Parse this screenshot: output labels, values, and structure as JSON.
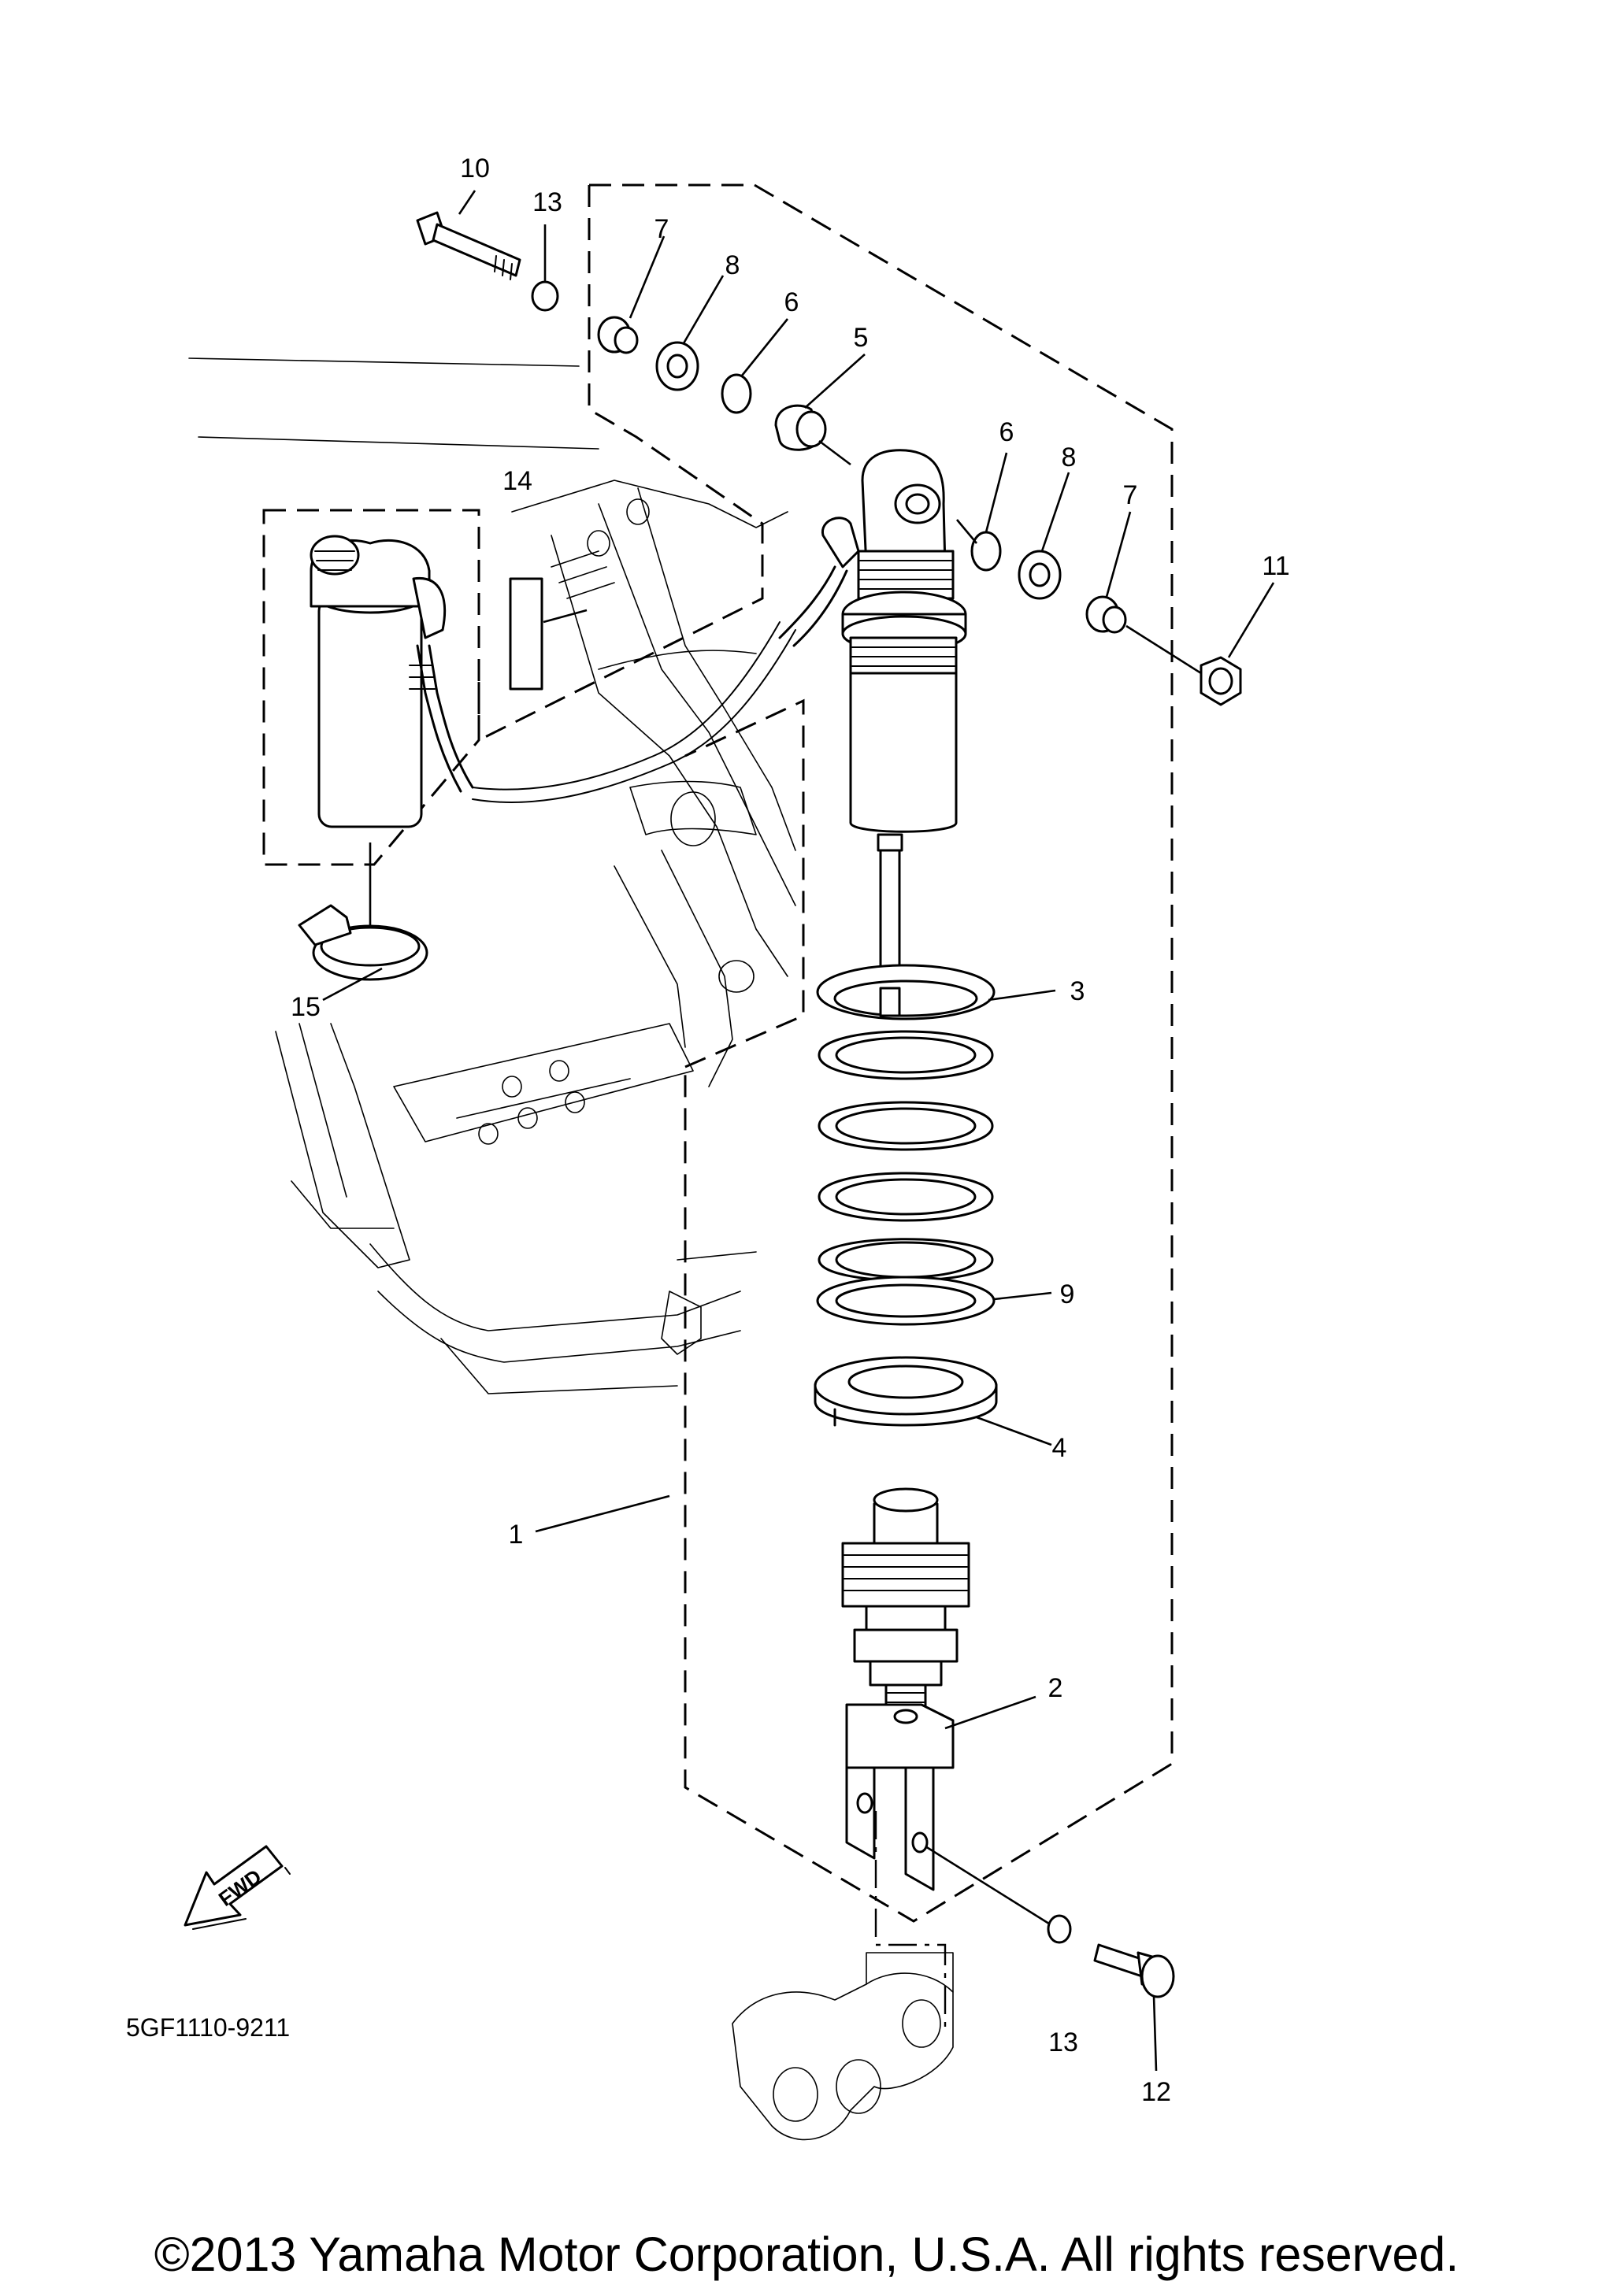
{
  "diagram_code": "5GF1110-9211",
  "fwd_label": "FWD",
  "copyright": "©2013 Yamaha Motor Corporation, U.S.A. All rights reserved.",
  "callouts": [
    "1",
    "2",
    "3",
    "4",
    "5",
    "6",
    "7",
    "8",
    "9",
    "10",
    "11",
    "12",
    "13",
    "14",
    "15"
  ]
}
